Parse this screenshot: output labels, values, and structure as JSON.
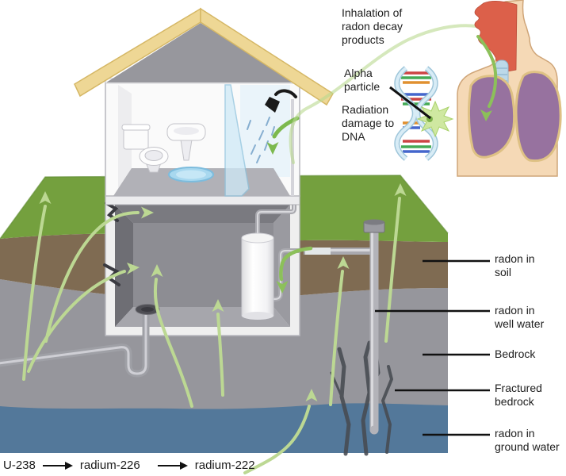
{
  "figure": {
    "description": "Cross-section diagram showing how radon gas from uranium decay in soil, bedrock and ground water enters a house, and an inset showing inhalation of radon decay products damaging lung DNA"
  },
  "annotations": {
    "inhalation": "Inhalation of radon decay products",
    "alpha_particle": "Alpha particle",
    "radiation_damage": "Radiation damage to DNA"
  },
  "callouts": [
    {
      "label": "radon in soil"
    },
    {
      "label": "radon in well water"
    },
    {
      "label": "Bedrock"
    },
    {
      "label": "Fractured bedrock"
    },
    {
      "label": "radon in ground water"
    }
  ],
  "decay_chain": [
    "U-238",
    "radium-226",
    "radium-222"
  ],
  "colors": {
    "grass": "#74a03e",
    "soil": "#7f6b52",
    "bedrock": "#96969c",
    "ground_water": "#53789a",
    "roof": "#eed795",
    "radon_arrow": "#bcd893",
    "indoor_arrow": "#7cb94e",
    "lungs": "#97729f",
    "skin": "#f5d9b6",
    "throat": "#dc604a",
    "dna_strand": "#cfe4f0",
    "starburst": "#cde79c",
    "shower_glass": "#cfe9f7"
  }
}
